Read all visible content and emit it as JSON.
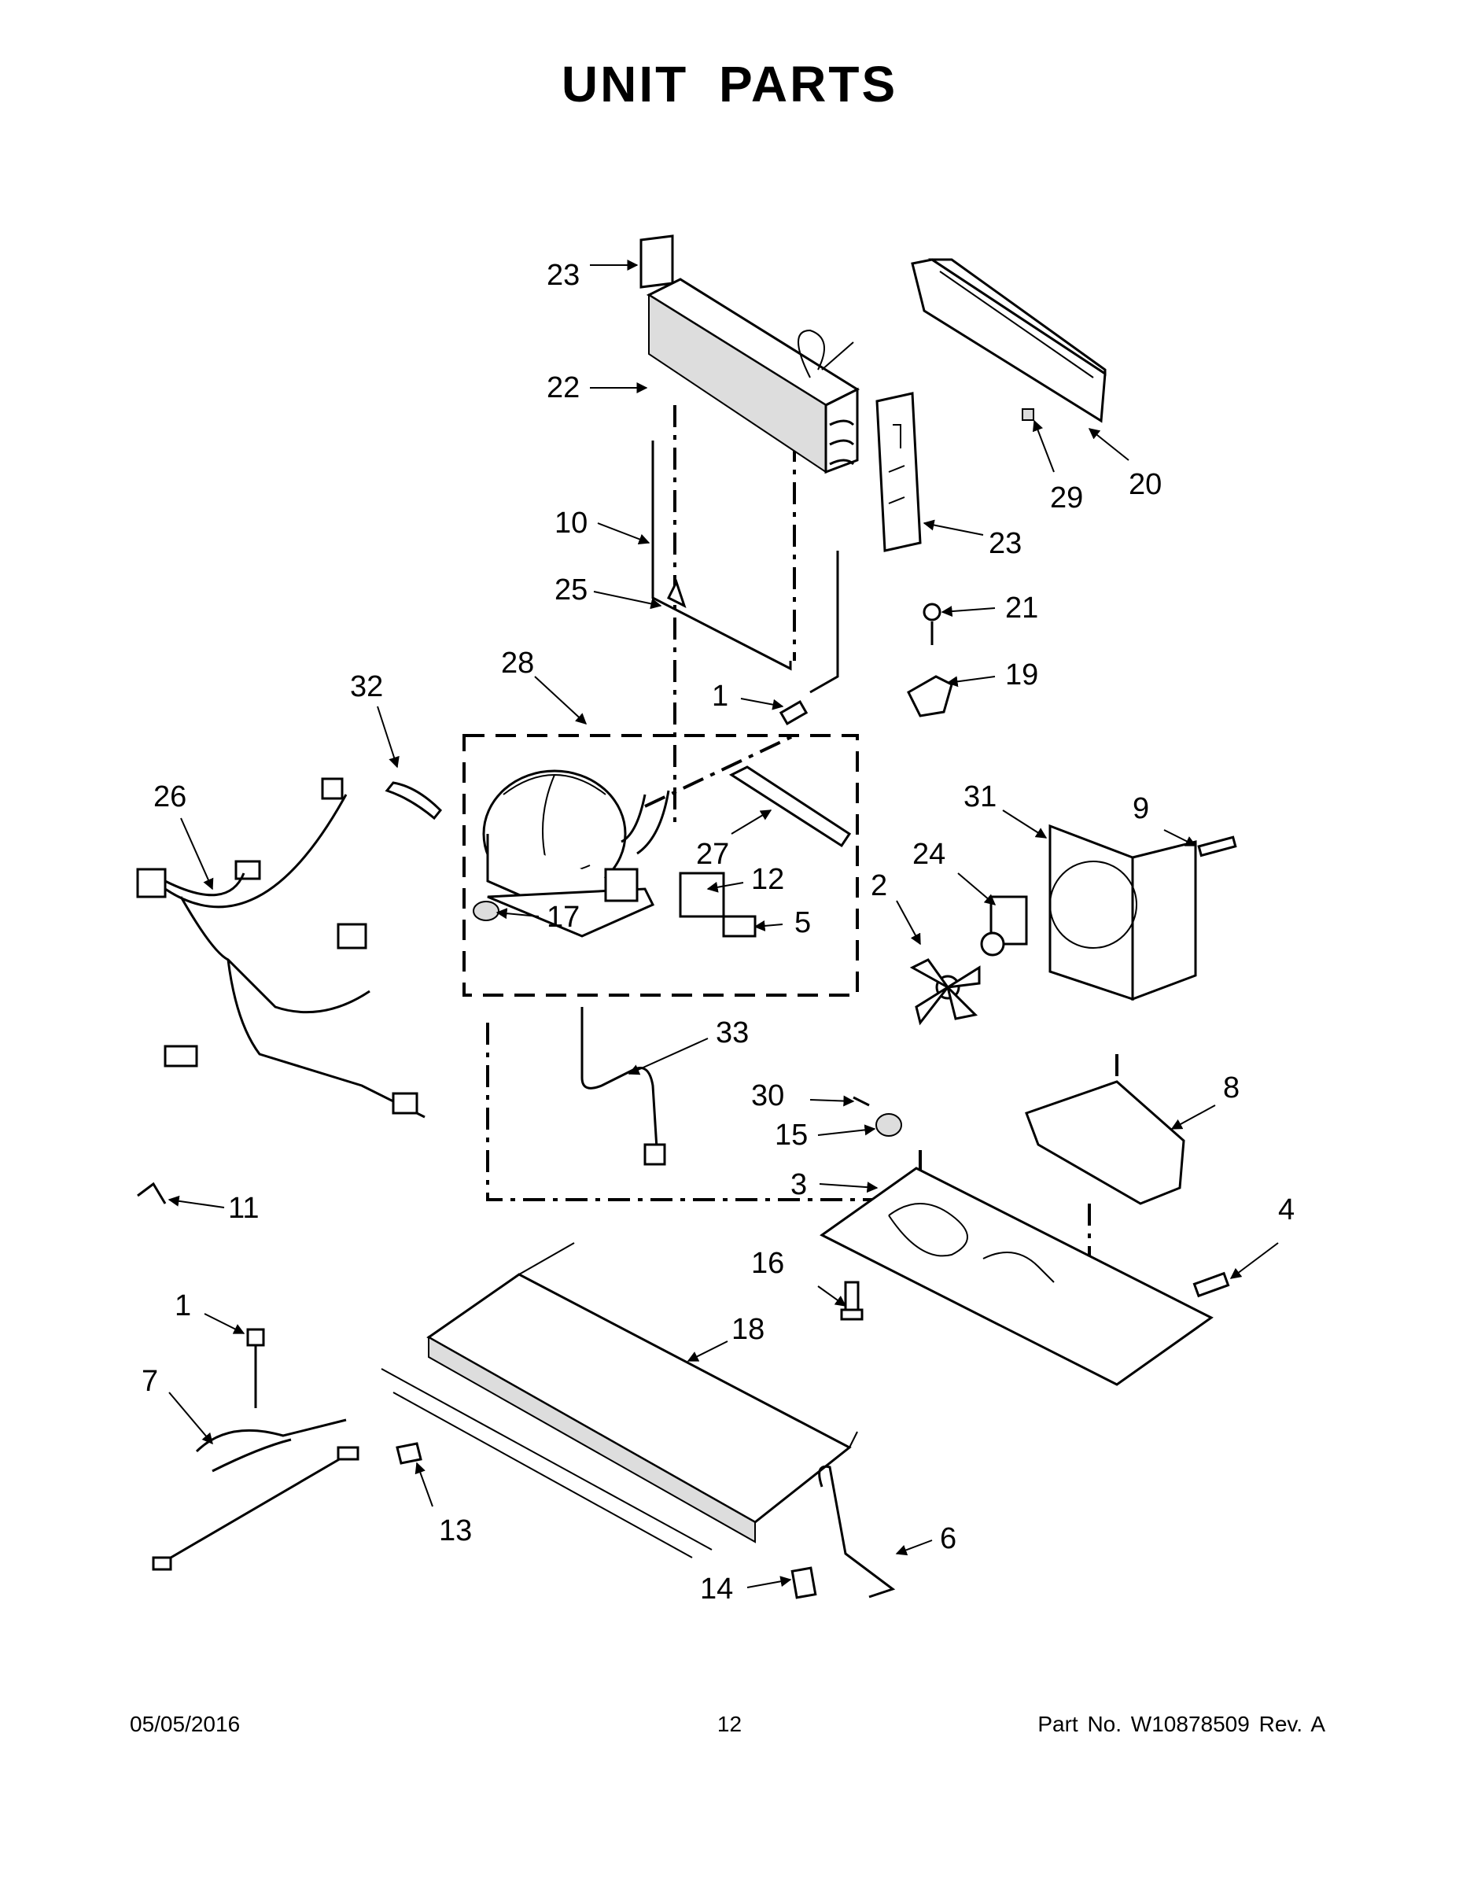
{
  "title": "UNIT  PARTS",
  "callouts": [
    {
      "id": "c23a",
      "label": "23"
    },
    {
      "id": "c22",
      "label": "22"
    },
    {
      "id": "c10",
      "label": "10"
    },
    {
      "id": "c25",
      "label": "25"
    },
    {
      "id": "c28",
      "label": "28"
    },
    {
      "id": "c32",
      "label": "32"
    },
    {
      "id": "c1a",
      "label": "1"
    },
    {
      "id": "c26",
      "label": "26"
    },
    {
      "id": "c27",
      "label": "27"
    },
    {
      "id": "c12",
      "label": "12"
    },
    {
      "id": "c17",
      "label": "17"
    },
    {
      "id": "c5",
      "label": "5"
    },
    {
      "id": "c20",
      "label": "20"
    },
    {
      "id": "c29",
      "label": "29"
    },
    {
      "id": "c23b",
      "label": "23"
    },
    {
      "id": "c21",
      "label": "21"
    },
    {
      "id": "c19",
      "label": "19"
    },
    {
      "id": "c31",
      "label": "31"
    },
    {
      "id": "c9",
      "label": "9"
    },
    {
      "id": "c24",
      "label": "24"
    },
    {
      "id": "c2",
      "label": "2"
    },
    {
      "id": "c33",
      "label": "33"
    },
    {
      "id": "c30",
      "label": "30"
    },
    {
      "id": "c15",
      "label": "15"
    },
    {
      "id": "c8",
      "label": "8"
    },
    {
      "id": "c3",
      "label": "3"
    },
    {
      "id": "c4",
      "label": "4"
    },
    {
      "id": "c16",
      "label": "16"
    },
    {
      "id": "c11",
      "label": "11"
    },
    {
      "id": "c1b",
      "label": "1"
    },
    {
      "id": "c18",
      "label": "18"
    },
    {
      "id": "c7",
      "label": "7"
    },
    {
      "id": "c13",
      "label": "13"
    },
    {
      "id": "c6",
      "label": "6"
    },
    {
      "id": "c14",
      "label": "14"
    }
  ],
  "footer": {
    "date": "05/05/2016",
    "page": "12",
    "part_no": "Part No.  W10878509  Rev.  A"
  }
}
